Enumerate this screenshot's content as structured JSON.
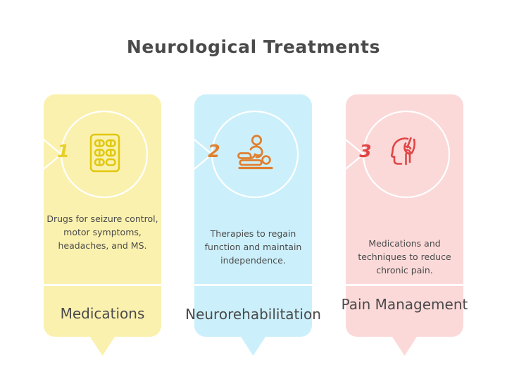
{
  "page": {
    "title": "Neurological Treatments",
    "background_color": "#ffffff",
    "title_color": "#4a4a4a"
  },
  "cards": [
    {
      "number": "1",
      "label": "Medications",
      "description": "Drugs for seizure control, motor symptoms, headaches, and MS.",
      "icon": "pill-blister-pack-icon",
      "background_color": "#fbf1af",
      "accent_color": "#e8cf29"
    },
    {
      "number": "2",
      "label": "Neurorehabilitation",
      "description": "Therapies to regain function and maintain independence.",
      "icon": "physical-therapy-massage-icon",
      "background_color": "#ccf0fb",
      "accent_color": "#e08030"
    },
    {
      "number": "3",
      "label": "Pain Management",
      "description": "Medications and techniques to reduce chronic pain.",
      "icon": "head-pain-icon",
      "background_color": "#fcd9d9",
      "accent_color": "#e04646"
    }
  ]
}
